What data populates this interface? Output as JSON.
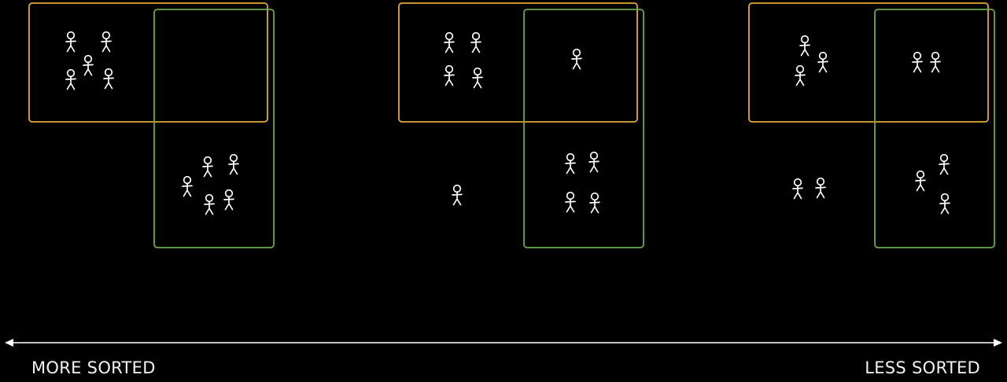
{
  "colors": {
    "background": "#000000",
    "group_a": "#e0a93a",
    "group_b": "#6aa84f",
    "figure": "#ffffff",
    "axis": "#ffffff"
  },
  "icons": {
    "person": "stick-figure-icon",
    "arrow": "double-headed-arrow"
  },
  "panels": [
    {
      "name": "most-sorted",
      "a_only_people": 5,
      "overlap_people": 0,
      "b_only_people": 5,
      "outside_people": 0
    },
    {
      "name": "mixed",
      "a_only_people": 4,
      "overlap_people": 1,
      "b_only_people": 4,
      "outside_people": 1
    },
    {
      "name": "least-sorted",
      "a_only_people": 3,
      "overlap_people": 2,
      "b_only_people": 3,
      "outside_people": 2
    }
  ],
  "axis": {
    "left_label": "MORE SORTED",
    "right_label": "LESS SORTED"
  }
}
